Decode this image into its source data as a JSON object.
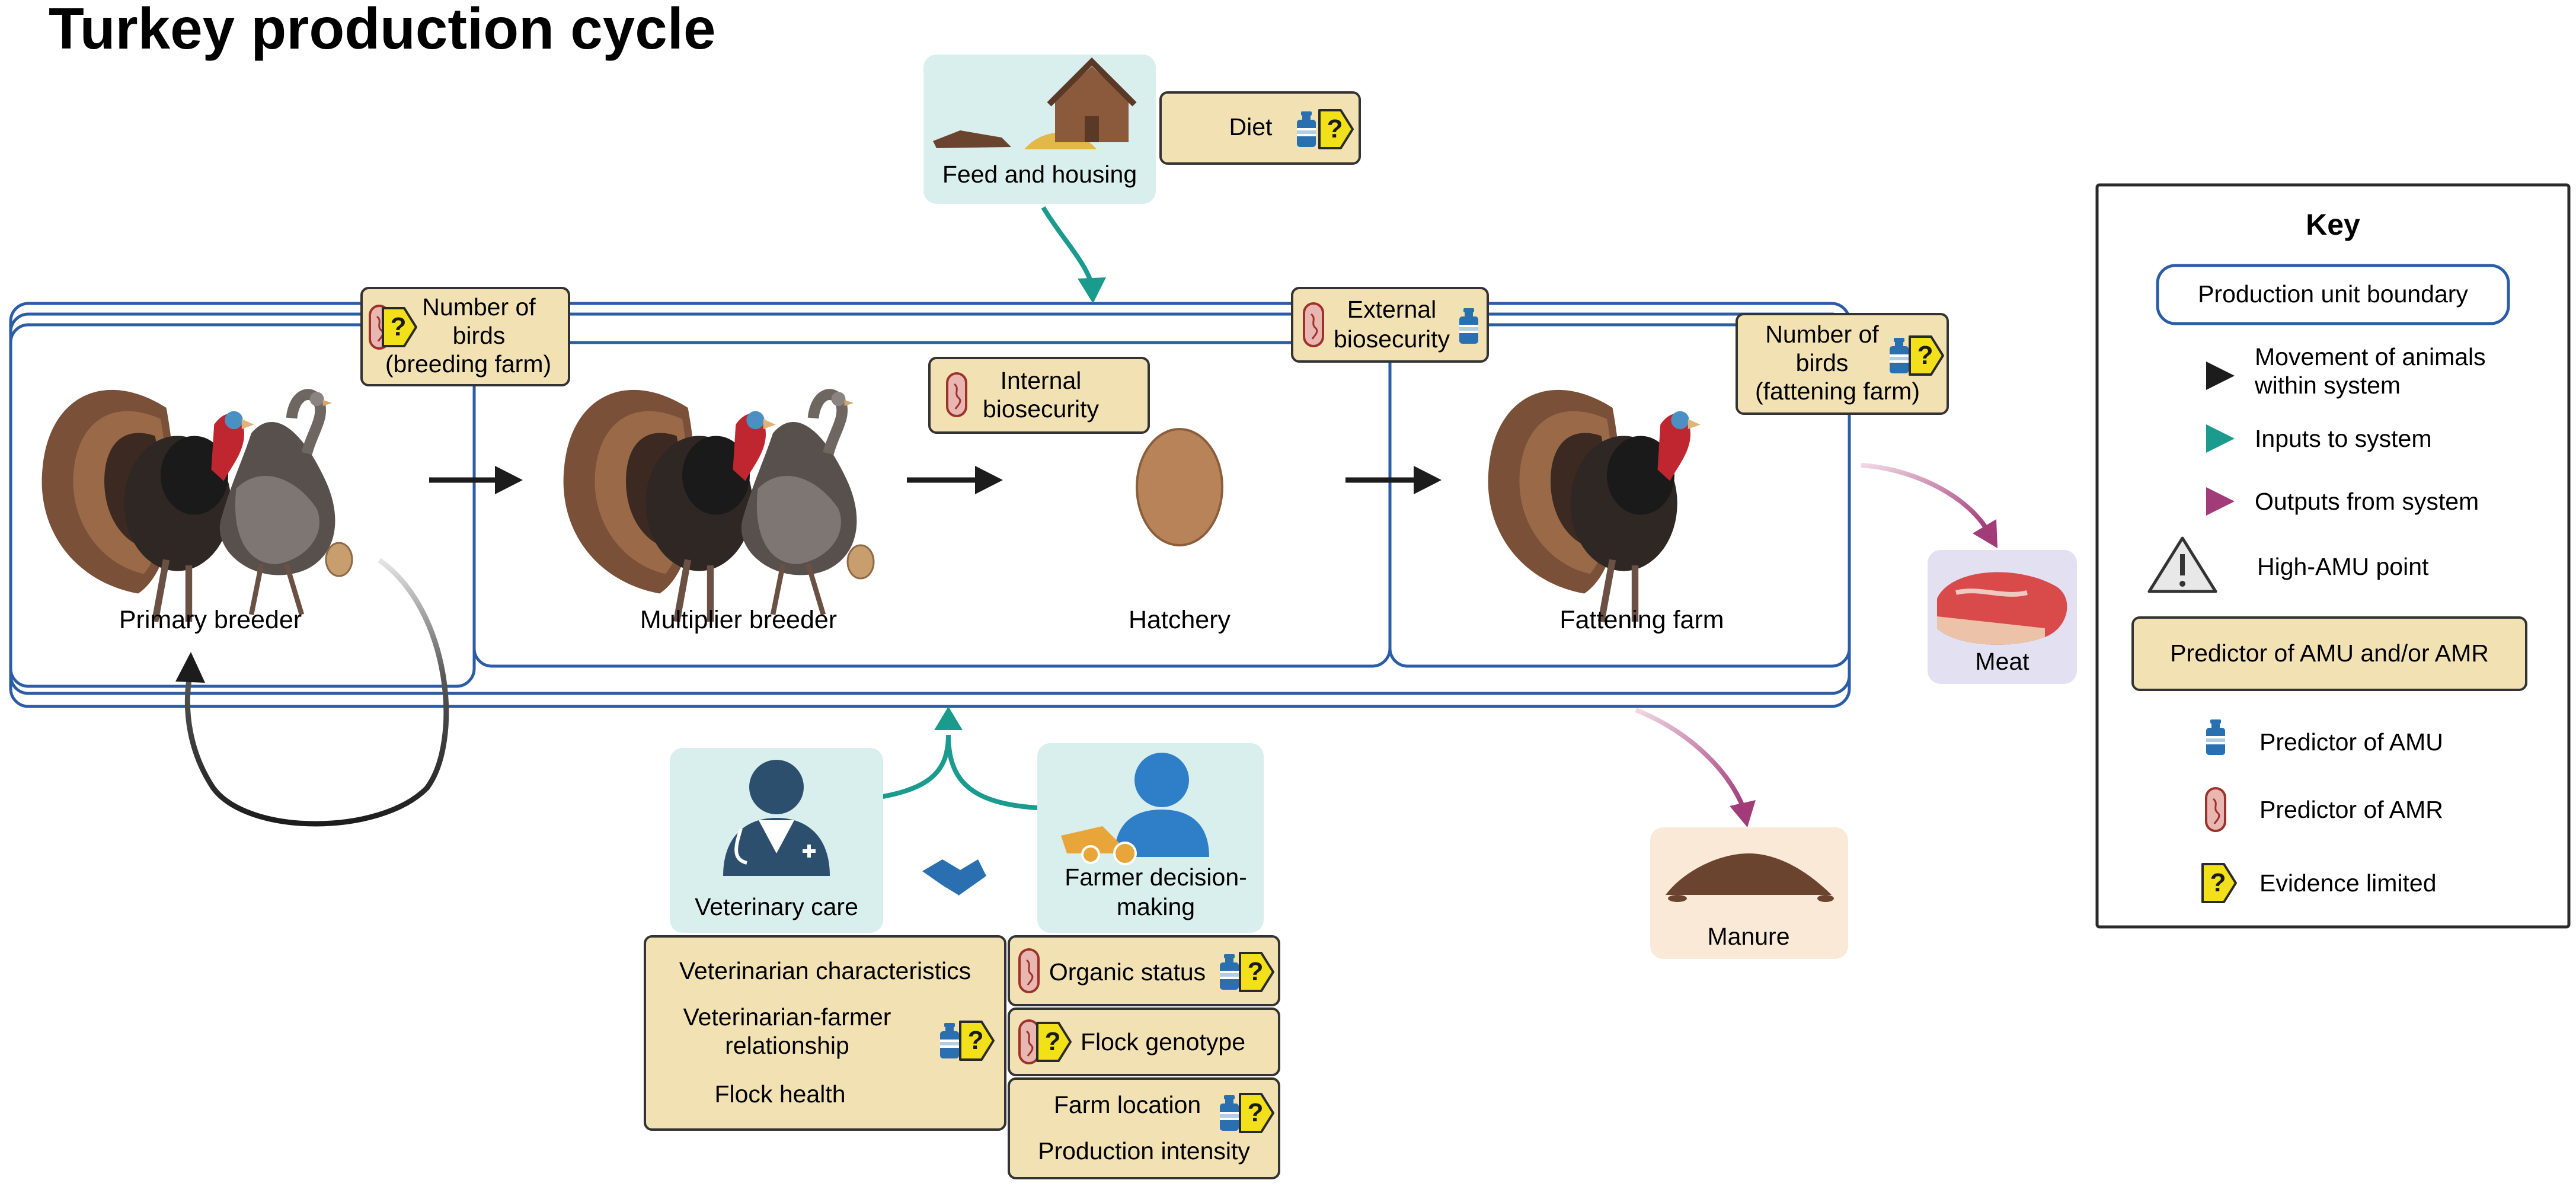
{
  "title": "Turkey production cycle",
  "stages": {
    "primary_breeder": "Primary breeder",
    "multiplier_breeder": "Multiplier breeder",
    "hatchery": "Hatchery",
    "fattening_farm": "Fattening farm"
  },
  "inputs": {
    "feed_housing": "Feed and housing",
    "veterinary_care": "Veterinary care",
    "farmer_line1": "Farmer decision-",
    "farmer_line2": "making"
  },
  "outputs": {
    "meat": "Meat",
    "manure": "Manure"
  },
  "predictors": {
    "diet": "Diet",
    "birds_breeding": [
      "Number of",
      "birds",
      "(breeding farm)"
    ],
    "birds_fattening": [
      "Number of",
      "birds",
      "(fattening farm)"
    ],
    "internal_bio": [
      "Internal",
      "biosecurity"
    ],
    "external_bio": [
      "External",
      "biosecurity"
    ],
    "vet_characteristics": "Veterinarian characteristics",
    "vet_farmer_rel": [
      "Veterinarian-farmer",
      "relationship"
    ],
    "flock_health": "Flock health",
    "organic_status": "Organic status",
    "flock_genotype": "Flock genotype",
    "farm_location": "Farm location",
    "production_intensity": "Production intensity"
  },
  "key": {
    "title": "Key",
    "boundary": "Production unit boundary",
    "movement": [
      "Movement of animals",
      "within system"
    ],
    "inputs": "Inputs to system",
    "outputs": "Outputs from system",
    "high_amu": "High-AMU point",
    "predictor_box": "Predictor of AMU and/or AMR",
    "amu": "Predictor of AMU",
    "amr": "Predictor of AMR",
    "limited": "Evidence limited"
  },
  "colors": {
    "boundary": "#2b5ca6",
    "predictor_fill": "#f2e1b3",
    "input_fill": "#d9efee",
    "meat_fill": "#e3e1f1",
    "manure_fill": "#fbe9d8",
    "teal": "#1a9b8e",
    "magenta": "#a23c78",
    "bottle": "#2a6fb0",
    "amr_fill": "#e8b7b2",
    "limited_fill": "#f2e01b"
  }
}
